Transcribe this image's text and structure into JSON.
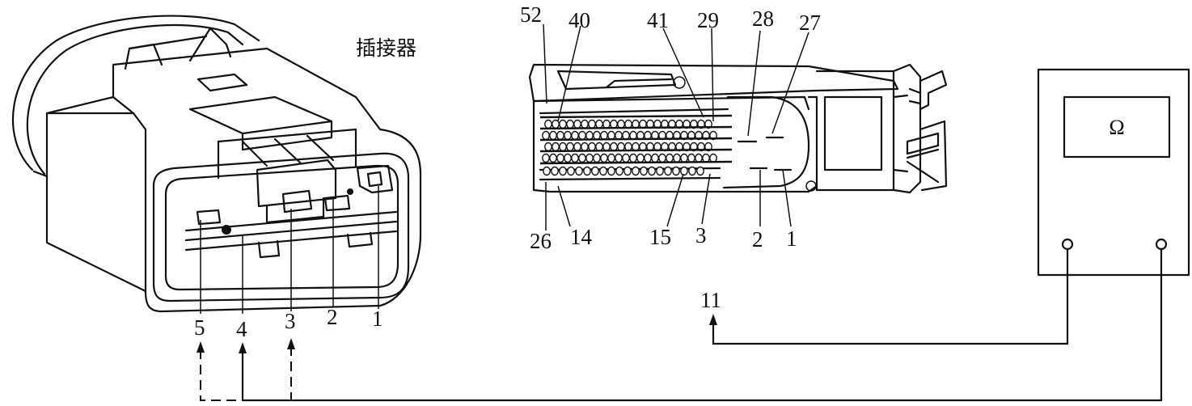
{
  "connector": {
    "title": "插接器",
    "pin_labels": [
      "5",
      "4",
      "3",
      "2",
      "1"
    ]
  },
  "ecu": {
    "top_labels": [
      "52",
      "40",
      "41",
      "29",
      "28",
      "27"
    ],
    "bottom_labels": [
      "26",
      "14",
      "15",
      "3",
      "2",
      "1"
    ]
  },
  "meter": {
    "symbol": "Ω"
  },
  "wire": {
    "terminal_label": "11"
  }
}
